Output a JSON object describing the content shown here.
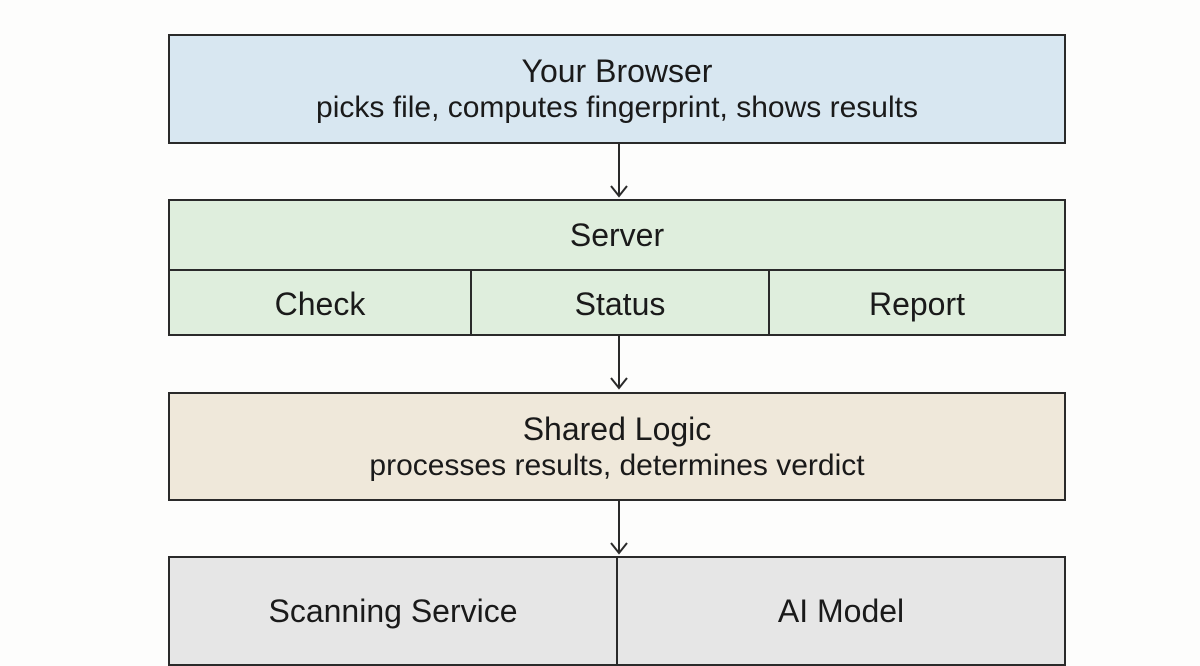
{
  "browser": {
    "title": "Your Browser",
    "subtitle": "picks file, computes fingerprint, shows results"
  },
  "server": {
    "title": "Server",
    "endpoints": [
      "Check",
      "Status",
      "Report"
    ]
  },
  "shared": {
    "title": "Shared Logic",
    "subtitle": "processes results, determines verdict"
  },
  "backends": [
    "Scanning Service",
    "AI Model"
  ],
  "colors": {
    "browser": "#d8e7f1",
    "server": "#dfeedd",
    "shared": "#efe8da",
    "backends": "#e6e6e6"
  }
}
